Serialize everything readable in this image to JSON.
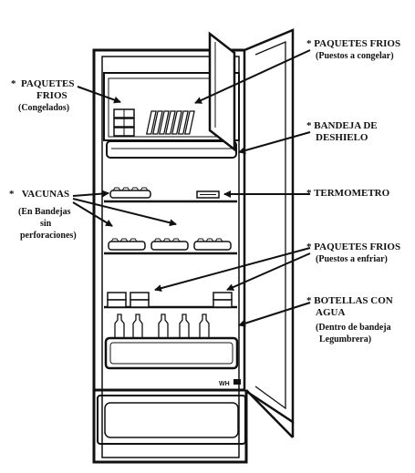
{
  "labels": {
    "paquetes_congelados": {
      "bullet": "*",
      "line1": "PAQUETES",
      "line2": "FRIOS",
      "line3": "(Congelados)"
    },
    "paquetes_a_congelar": {
      "bullet": "*",
      "line1": "PAQUETES FRIOS",
      "line2": "(Puestos a congelar)"
    },
    "bandeja_deshielo": {
      "bullet": "*",
      "line1": "BANDEJA DE",
      "line2": "DESHIELO"
    },
    "vacunas": {
      "bullet": "*",
      "line1": "VACUNAS",
      "line2": "(En Bandejas",
      "line3": "sin",
      "line4": "perforaciones)"
    },
    "termometro": {
      "bullet": "*",
      "line1": "TERMOMETRO"
    },
    "paquetes_a_enfriar": {
      "bullet": "*",
      "line1": "PAQUETES FRIOS",
      "line2": "(Puestos a enfriar)"
    },
    "botellas_agua": {
      "bullet": "*",
      "line1": "BOTELLAS CON",
      "line2": "AGUA",
      "line3": "(Dentro de bandeja",
      "line4": "Legumbrera)"
    }
  },
  "fridge": {
    "thermostat_text": "WH"
  },
  "colors": {
    "ink": "#111111",
    "paper": "#ffffff"
  }
}
